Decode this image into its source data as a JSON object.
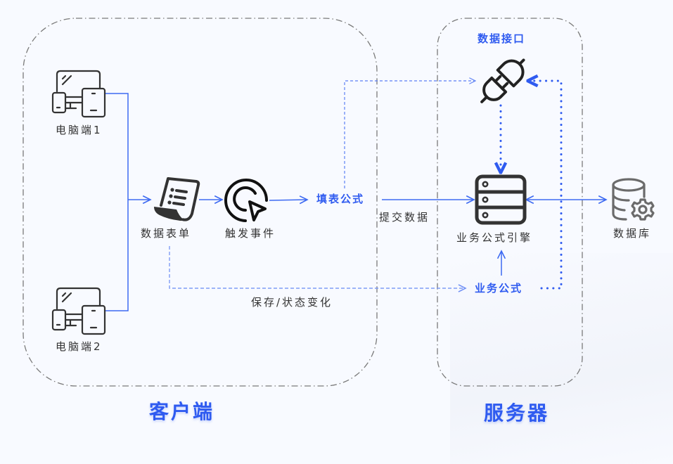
{
  "diagram": {
    "groups": {
      "client": {
        "title": "客户端"
      },
      "server": {
        "title": "服务器"
      }
    },
    "nodes": {
      "pc1": {
        "label": "电脑端1",
        "icon": "devices-icon"
      },
      "pc2": {
        "label": "电脑端2",
        "icon": "devices-icon"
      },
      "form": {
        "label": "数据表单",
        "icon": "document-list-icon"
      },
      "trigger": {
        "label": "触发事件",
        "icon": "click-cursor-icon"
      },
      "fill_formula": {
        "label": "填表公式"
      },
      "data_interface": {
        "label": "数据接口",
        "icon": "plug-icon"
      },
      "engine": {
        "label": "业务公式引擎",
        "icon": "server-icon"
      },
      "biz_formula": {
        "label": "业务公式"
      },
      "database": {
        "label": "数据库",
        "icon": "database-gear-icon"
      }
    },
    "edges": {
      "submit_data": {
        "label": "提交数据"
      },
      "save_state": {
        "label": "保存/状态变化"
      }
    },
    "colors": {
      "accent": "#2f5bf0",
      "line": "#3d6af2",
      "dashed": "#7f9cf5",
      "icon": "#2f2f2f",
      "group_border": "#7a7a7a"
    }
  }
}
